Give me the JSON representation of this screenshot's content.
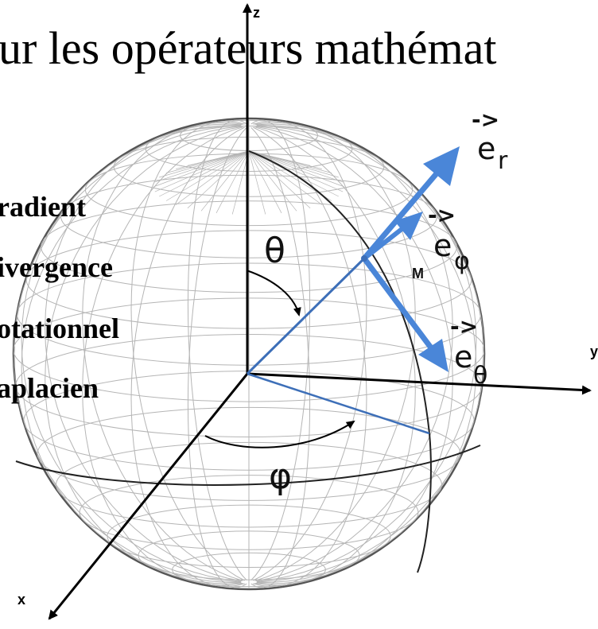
{
  "title": "ur les opérateurs mathémat",
  "operators": [
    {
      "label": "radient"
    },
    {
      "label": "ivergence"
    },
    {
      "label": "otationnel"
    },
    {
      "label": "aplacien"
    }
  ],
  "axes": {
    "z": "z",
    "y": "y",
    "x": "x"
  },
  "angles": {
    "theta": "θ",
    "phi": "φ"
  },
  "point": "M",
  "vectors": {
    "e_r": {
      "base": "e",
      "sub": "r",
      "arrow": "->"
    },
    "e_phi": {
      "base": "e",
      "sub": "φ",
      "arrow": "->"
    },
    "e_theta": {
      "base": "e",
      "sub": "θ",
      "arrow": "->"
    }
  },
  "colors": {
    "vector_blue": "#4a86d8",
    "line_blue": "#3d6fb8",
    "grid": "#b5b5b5"
  }
}
